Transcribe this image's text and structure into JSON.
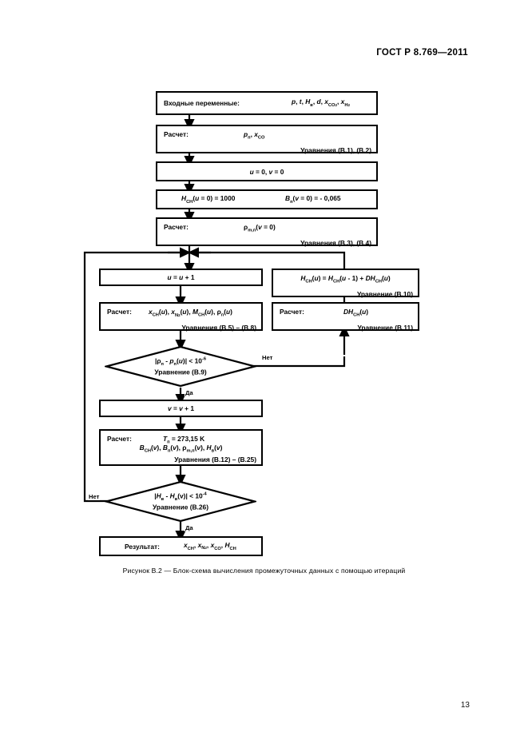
{
  "document": {
    "header": "ГОСТ Р 8.769—2011",
    "page_number": "13",
    "caption": "Рисунок  В.2 — Блок-схема вычисления промежуточных данных с помощью итераций"
  },
  "flowchart": {
    "type": "flowchart",
    "nodes": [
      {
        "id": "input",
        "shape": "process",
        "label_left": "Входные переменные:",
        "label_right": "p, t, Hв, d, xCO2, xH2"
      },
      {
        "id": "calc1",
        "shape": "process",
        "label_left": "Расчет:",
        "label_center": "pп, xCO",
        "label_eq": "Уравнения (В.1), (В.2)"
      },
      {
        "id": "init-uv",
        "shape": "process",
        "label_center": "u = 0, v = 0"
      },
      {
        "id": "init-const",
        "shape": "process",
        "label_a": "HCH(u = 0) = 1000",
        "label_b": "Bп(v = 0) = - 0,065"
      },
      {
        "id": "calc-rho",
        "shape": "process",
        "label_left": "Расчет:",
        "label_center": "ρm,п(v = 0)",
        "label_eq": "Уравнения (В.3), (В.4)"
      },
      {
        "id": "inc-u",
        "shape": "process",
        "label_center": "u = u + 1"
      },
      {
        "id": "calc-u",
        "shape": "process",
        "label_left": "Расчет:",
        "label_center": "xCH(u), xN2(u), MCH(u), ρп(u)",
        "label_eq": "Уравнения (В.5) – (В.8)"
      },
      {
        "id": "update-h",
        "shape": "process",
        "label_center": "HCH(u) = HCH(u - 1) + DHCH(u)",
        "label_eq": "Уравнение (В.10)"
      },
      {
        "id": "calc-dh",
        "shape": "process",
        "label_left": "Расчет:",
        "label_center": "DHCH(u)",
        "label_eq": "Уравнение (В.11)"
      },
      {
        "id": "decision-rho",
        "shape": "decision",
        "label_line1": "|ρп - ρп(u)| < 10-6",
        "label_line2": "Уравнение (В.9)",
        "yes_label": "Да",
        "no_label": "Нет"
      },
      {
        "id": "inc-v",
        "shape": "process",
        "label_center": "v = v + 1"
      },
      {
        "id": "calc-v",
        "shape": "process",
        "label_left": "Расчет:",
        "label_line1": "Tп = 273,15 K",
        "label_line2": "BCH(v), Bп(v), ρm,п(v), Hв(v)",
        "label_eq": "Уравнения (В.12) – (В.25)"
      },
      {
        "id": "decision-h",
        "shape": "decision",
        "label_line1": "|Hв - Hв(v)| < 10-4",
        "label_line2": "Уравнение (В.26)",
        "yes_label": "Да",
        "no_label": "Нет"
      },
      {
        "id": "result",
        "shape": "process",
        "label_left": "Результат:",
        "label_center": "xCH, xN2, xCO, HCH"
      }
    ],
    "edge_labels": {
      "rho_no": "Нет",
      "rho_yes": "Да",
      "h_no": "Нет",
      "h_yes": "Да"
    },
    "colors": {
      "stroke": "#000000",
      "fill": "#ffffff",
      "text": "#000000"
    }
  }
}
